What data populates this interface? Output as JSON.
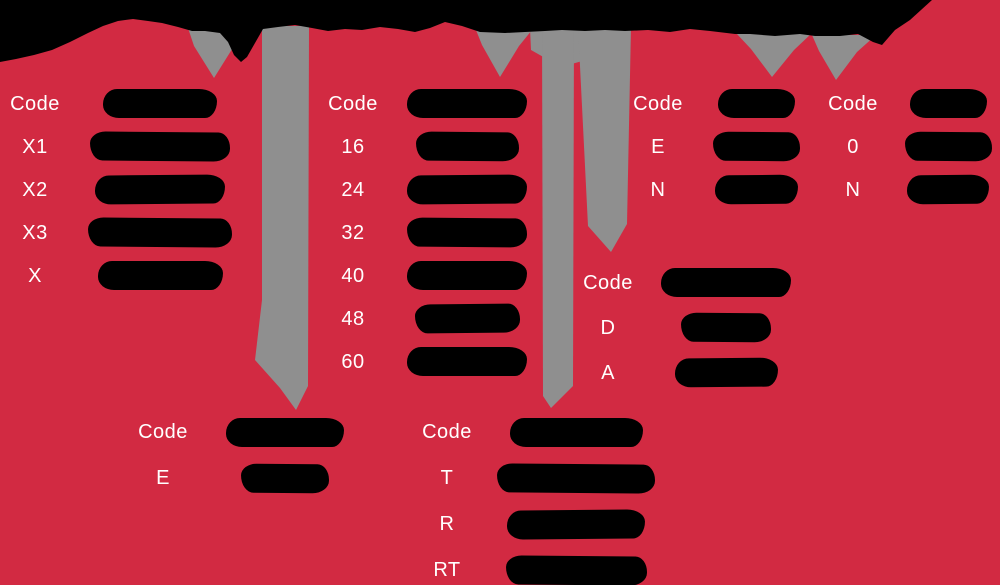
{
  "colors": {
    "background": "#d22a42",
    "banner": "#000000",
    "arrows": "#8f8f8f",
    "label_text": "#ffffff",
    "redacted_blob": "#000000"
  },
  "banner": {
    "description_blob": "cut-off black title band, no readable text"
  },
  "tables": [
    {
      "id": "t1",
      "header": {
        "code": "Code",
        "desc_blob_w": 114
      },
      "rows": [
        {
          "code": "X1",
          "desc_blob_w": 140
        },
        {
          "code": "X2",
          "desc_blob_w": 130
        },
        {
          "code": "X3",
          "desc_blob_w": 144
        },
        {
          "code": "X",
          "desc_blob_w": 125
        }
      ]
    },
    {
      "id": "t2",
      "header": {
        "code": "Code",
        "desc_blob_w": 124
      },
      "rows": [
        {
          "code": "16",
          "desc_blob_w": 103
        },
        {
          "code": "24",
          "desc_blob_w": 120
        },
        {
          "code": "32",
          "desc_blob_w": 123
        },
        {
          "code": "40",
          "desc_blob_w": 127
        },
        {
          "code": "48",
          "desc_blob_w": 105
        },
        {
          "code": "60",
          "desc_blob_w": 121
        }
      ]
    },
    {
      "id": "t3",
      "header": {
        "code": "Code",
        "desc_blob_w": 77
      },
      "rows": [
        {
          "code": "E",
          "desc_blob_w": 87
        },
        {
          "code": "N",
          "desc_blob_w": 83
        }
      ]
    },
    {
      "id": "t4",
      "header": {
        "code": "Code",
        "desc_blob_w": 77
      },
      "rows": [
        {
          "code": "0",
          "desc_blob_w": 87
        },
        {
          "code": "N",
          "desc_blob_w": 82
        }
      ]
    },
    {
      "id": "t5",
      "header": {
        "code": "Code",
        "desc_blob_w": 130
      },
      "rows": [
        {
          "code": "D",
          "desc_blob_w": 90
        },
        {
          "code": "A",
          "desc_blob_w": 103
        }
      ]
    },
    {
      "id": "t6",
      "header": {
        "code": "Code",
        "desc_blob_w": 118
      },
      "rows": [
        {
          "code": "E",
          "desc_blob_w": 88
        }
      ]
    },
    {
      "id": "t7",
      "header": {
        "code": "Code",
        "desc_blob_w": 133
      },
      "rows": [
        {
          "code": "T",
          "desc_blob_w": 158
        },
        {
          "code": "R",
          "desc_blob_w": 138
        },
        {
          "code": "RT",
          "desc_blob_w": 141
        }
      ]
    }
  ]
}
